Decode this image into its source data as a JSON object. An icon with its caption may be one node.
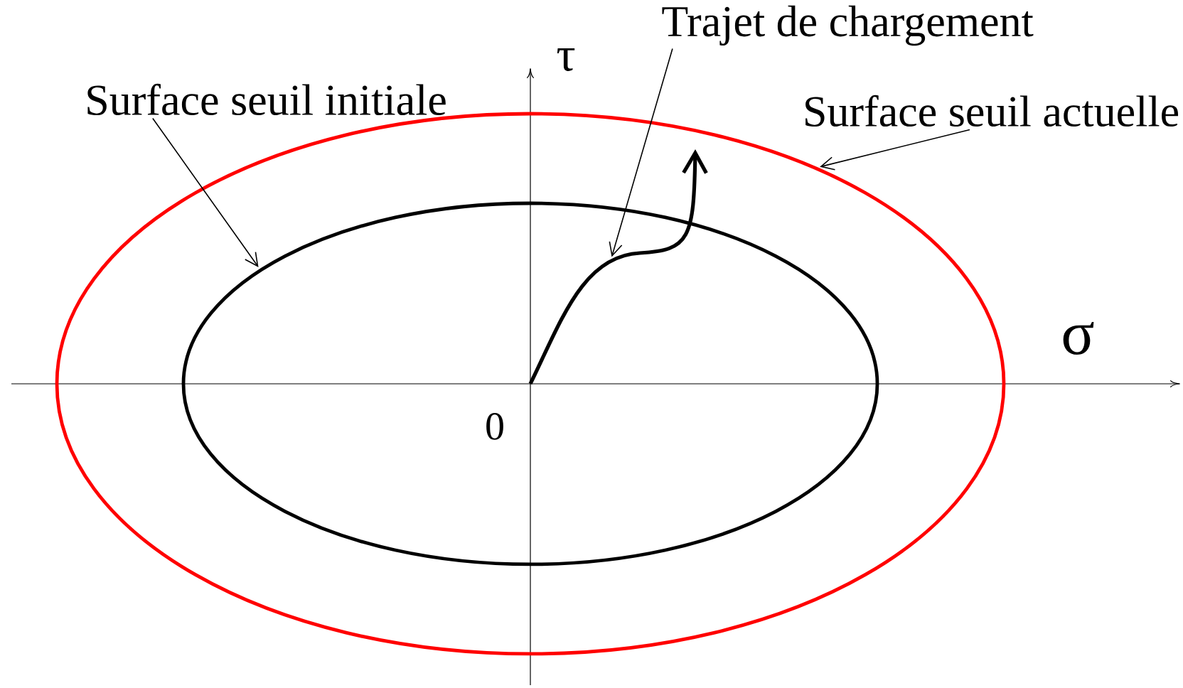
{
  "diagram": {
    "nodes": [
      {
        "text": [
          "Surface seuil initiale"
        ]
      },
      {
        "text": [
          "Trajet de chargement"
        ]
      },
      {
        "text": [
          "Surface seuil actuelle"
        ]
      },
      {
        "text": [],
        "shape": "ellipse"
      },
      {
        "text": [],
        "shape": "ellipse",
        "in": 3
      },
      {
        "text": [],
        "shape": "arrow",
        "in": 3
      }
    ],
    "edges": [
      {
        "from": 0,
        "to": 4,
        "arrow": "to"
      },
      {
        "from": 1,
        "to": 5,
        "arrow": "to"
      },
      {
        "from": 2,
        "to": 3,
        "arrow": "to"
      }
    ],
    "labels": [
      "τ",
      "σ",
      "0"
    ]
  }
}
